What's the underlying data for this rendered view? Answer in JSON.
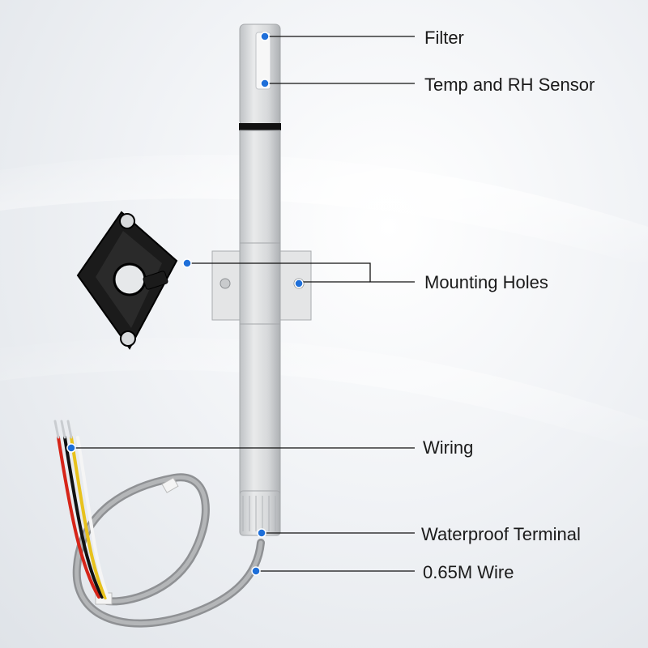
{
  "callouts": {
    "filter": "Filter",
    "temp_rh_sensor": "Temp and RH Sensor",
    "mounting_holes": "Mounting Holes",
    "wiring": "Wiring",
    "waterproof_terminal": "Waterproof Terminal",
    "wire": "0.65M Wire"
  },
  "colors": {
    "callout_dot": "#1e6fd9",
    "leader_line": "#111111",
    "probe_body": "#d8dadc",
    "bracket": "#e4e5e6",
    "mount_base": "#1b1b1b",
    "cable": "#9a9c9e"
  }
}
